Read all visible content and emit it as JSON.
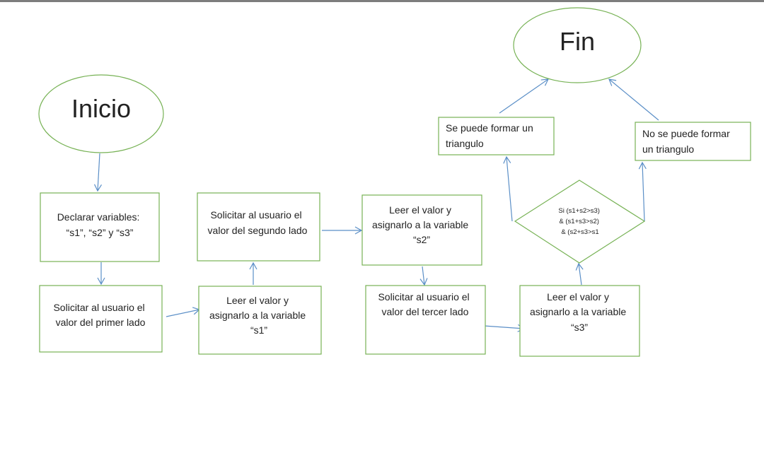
{
  "colors": {
    "node_border": "#77b255",
    "arrow": "#5b8fc7",
    "text": "#222222"
  },
  "nodes": {
    "start": {
      "lines": [
        "Inicio"
      ]
    },
    "end": {
      "lines": [
        "Fin"
      ]
    },
    "declare": {
      "lines": [
        "Declarar variables:",
        "“s1”, “s2” y “s3”"
      ]
    },
    "ask_first": {
      "lines": [
        "Solicitar al usuario el",
        "valor del primer lado"
      ]
    },
    "read_s1": {
      "lines": [
        "Leer el valor y",
        "asignarlo a la variable",
        "“s1”"
      ]
    },
    "ask_second": {
      "lines": [
        "Solicitar al usuario el",
        "valor del segundo lado"
      ]
    },
    "read_s2": {
      "lines": [
        "Leer el valor y",
        "asignarlo a la variable",
        "“s2”"
      ]
    },
    "ask_third": {
      "lines": [
        "Solicitar al usuario el",
        "valor del tercer lado"
      ]
    },
    "read_s3": {
      "lines": [
        "Leer el valor y",
        "asignarlo a la variable",
        "“s3”"
      ]
    },
    "condition": {
      "lines": [
        "Si (s1+s2>s3)",
        "& (s1+s3>s2)",
        "& (s2+s3>s1"
      ]
    },
    "yes_triangle": {
      "lines": [
        "Se puede formar un",
        "triangulo"
      ]
    },
    "no_triangle": {
      "lines": [
        "No se puede formar",
        "un triangulo"
      ]
    }
  }
}
